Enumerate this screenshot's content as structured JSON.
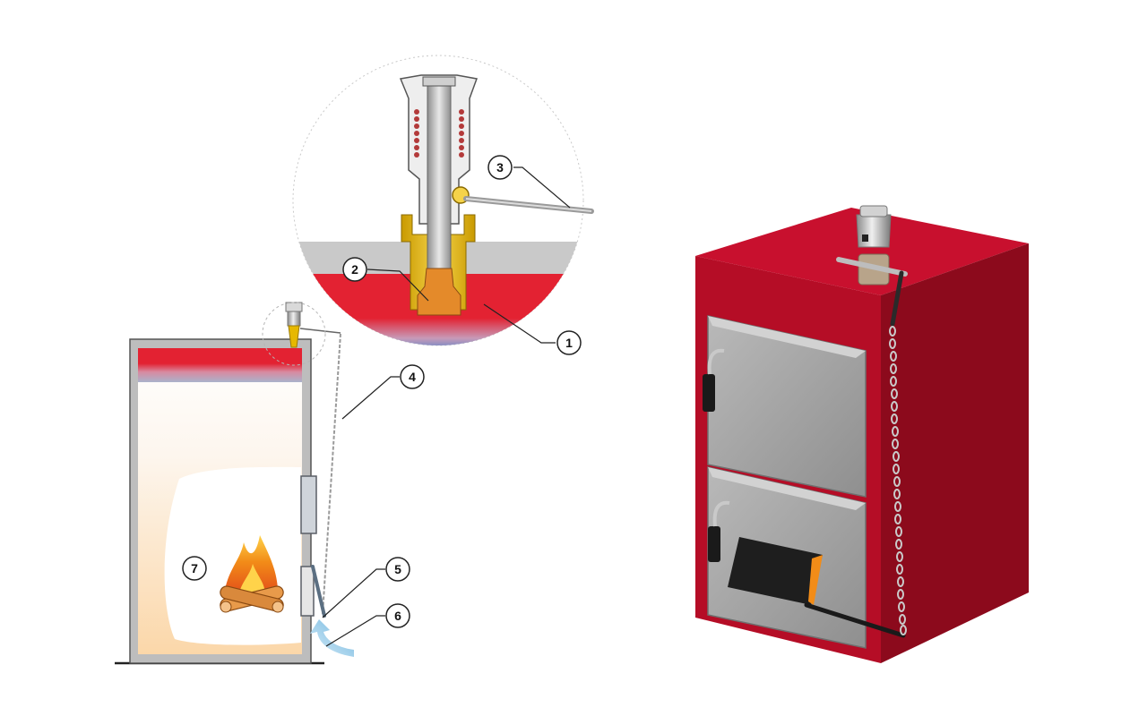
{
  "callouts": [
    {
      "number": "1"
    },
    {
      "number": "2"
    },
    {
      "number": "3"
    },
    {
      "number": "4"
    },
    {
      "number": "5"
    },
    {
      "number": "6"
    },
    {
      "number": "7"
    }
  ],
  "colors": {
    "boiler_red": "#c8102e",
    "hot_water_red": "#e32232",
    "insulation_gray": "#c9c9c9",
    "brass": "#e6b800",
    "flame_orange": "#f28c18",
    "air_blue": "#8fc7e6"
  },
  "icons": [
    "thermostat-regulator-icon",
    "flame-icon",
    "logs-icon",
    "chain-icon",
    "air-arrow-icon"
  ]
}
